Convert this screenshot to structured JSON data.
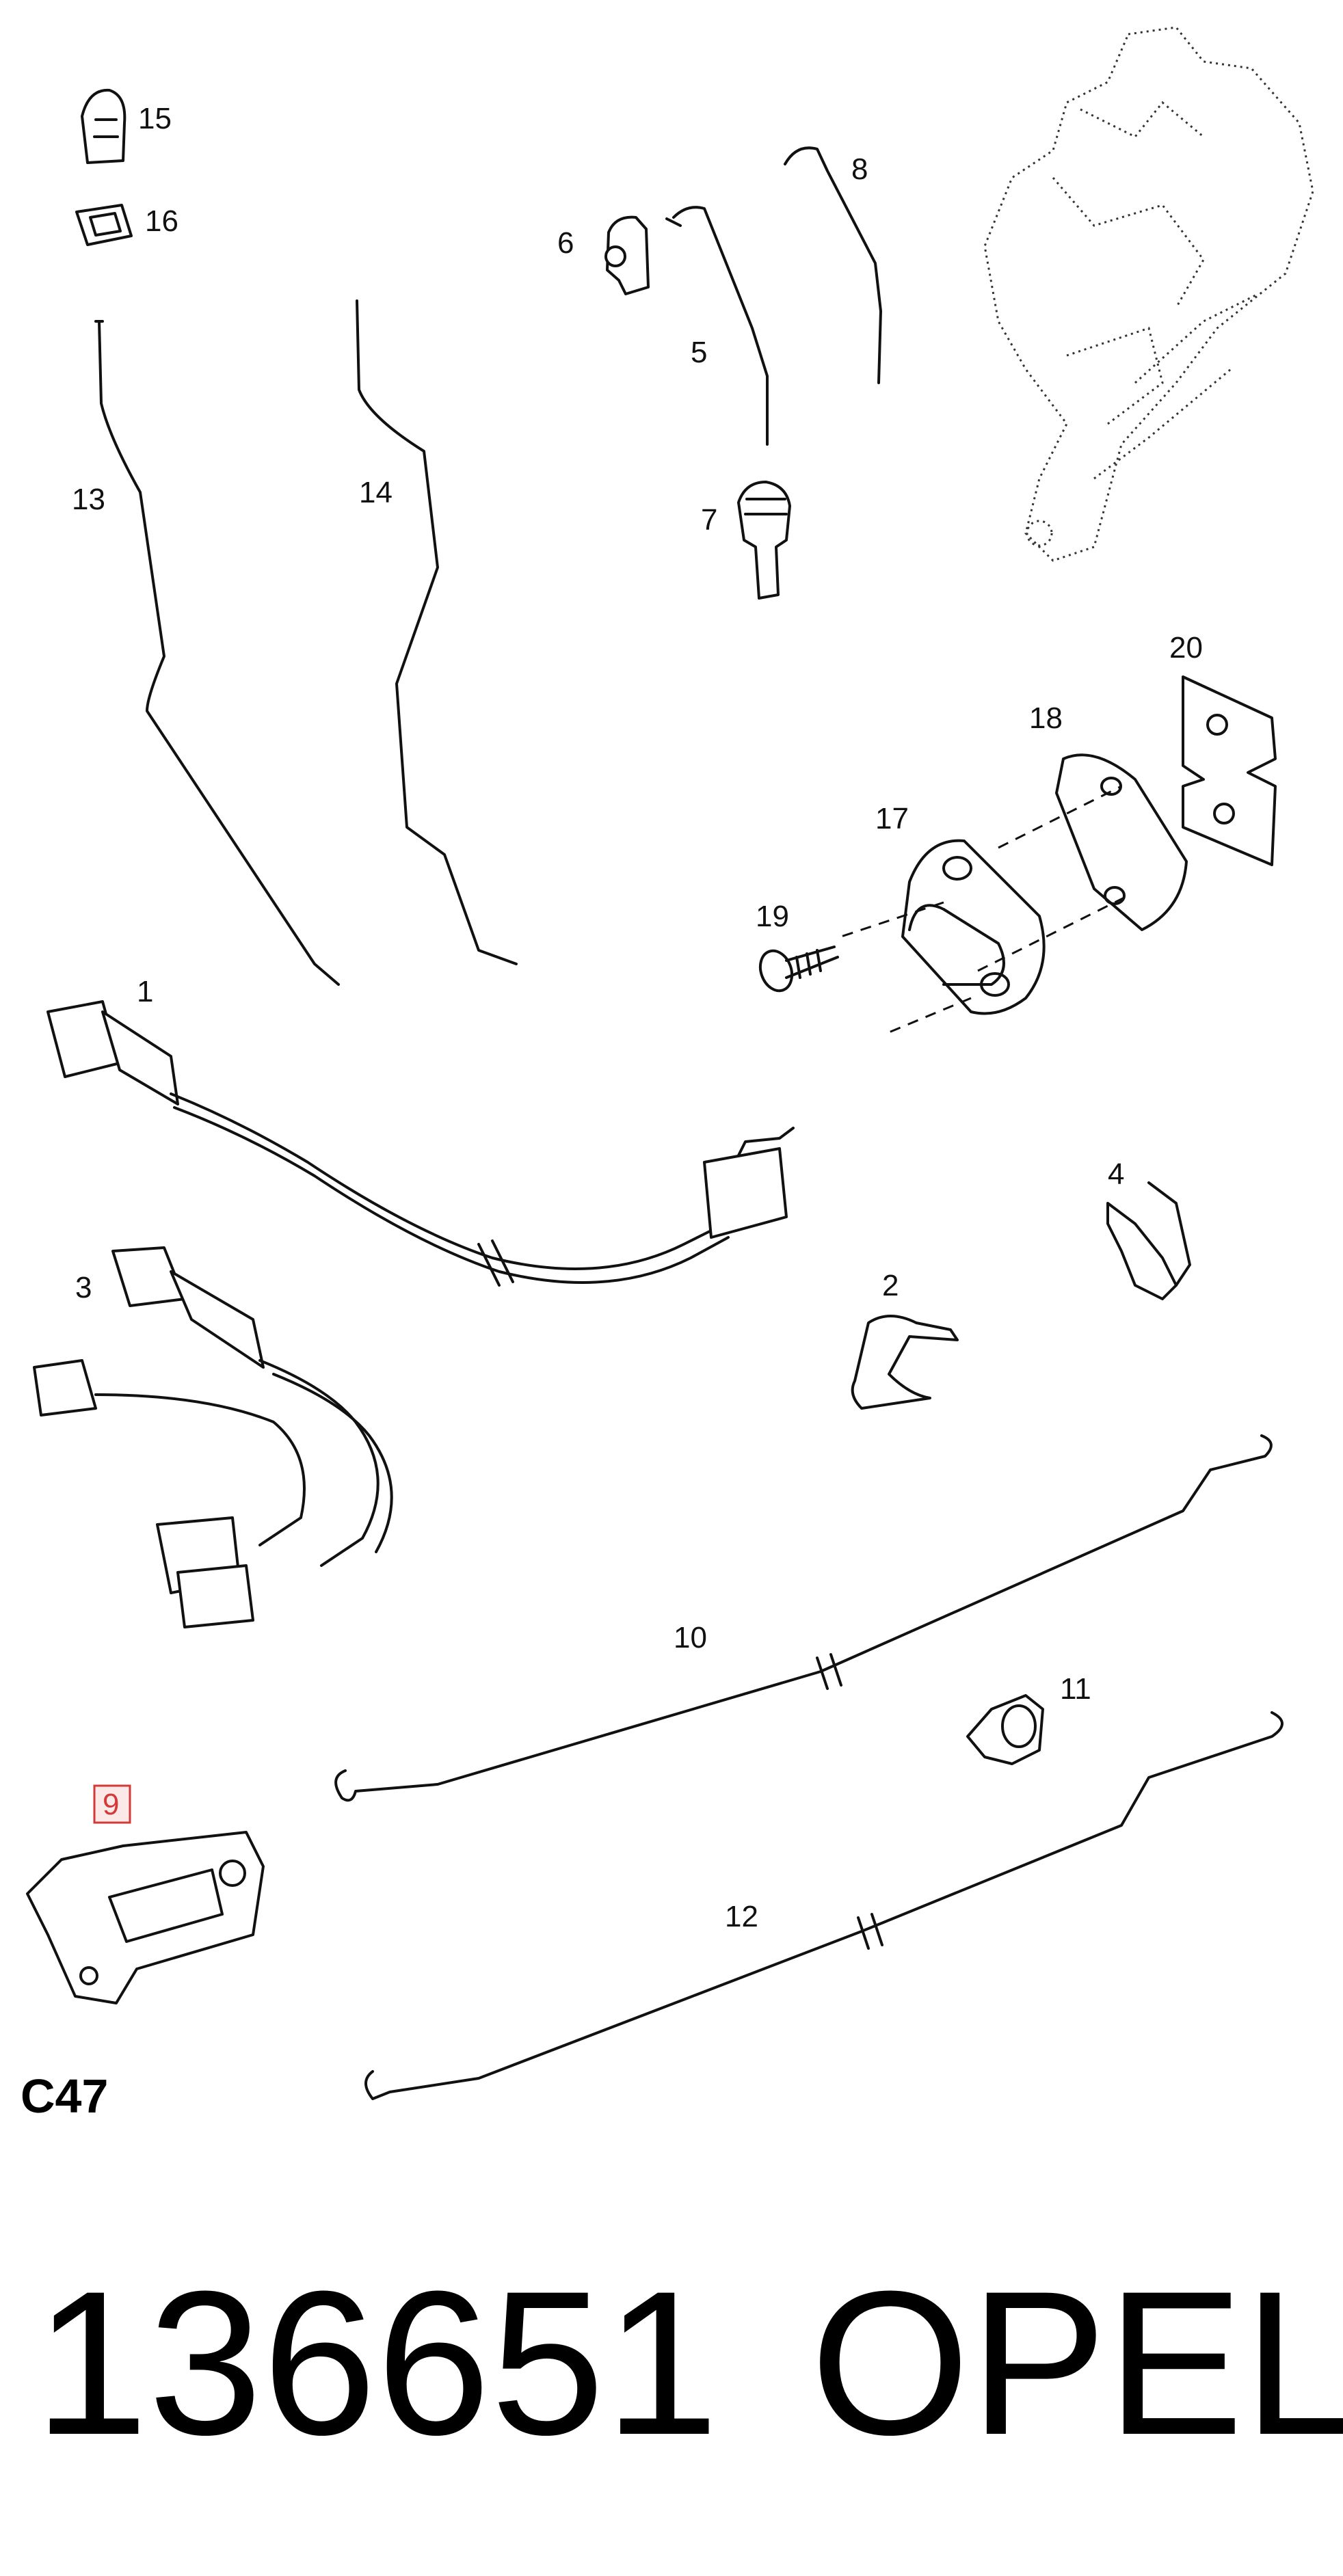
{
  "diagram": {
    "section_code": "C47",
    "part_number": "136651",
    "brand": "OPEL",
    "highlighted_callout": "9",
    "callouts": {
      "c1": "1",
      "c2": "2",
      "c3": "3",
      "c4": "4",
      "c5": "5",
      "c6": "6",
      "c7": "7",
      "c8": "8",
      "c9": "9",
      "c10": "10",
      "c11": "11",
      "c12": "12",
      "c13": "13",
      "c14": "14",
      "c15": "15",
      "c16": "16",
      "c17": "17",
      "c18": "18",
      "c19": "19",
      "c20": "20"
    },
    "highlight_color": "#d23a3a"
  }
}
